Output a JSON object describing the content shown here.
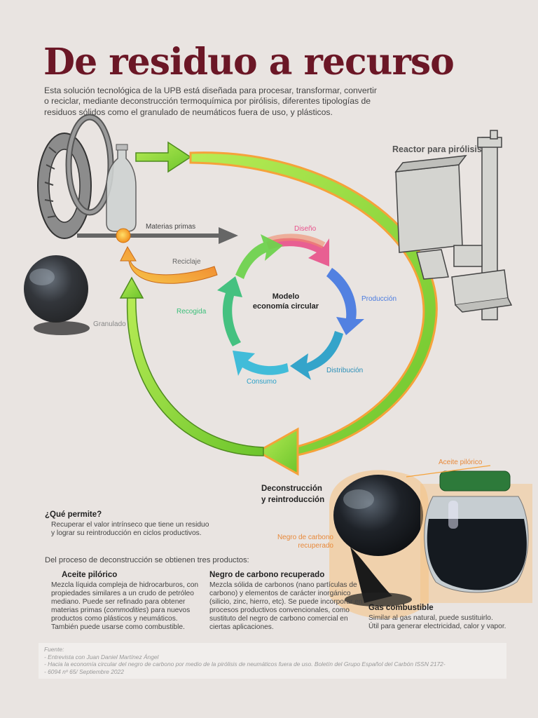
{
  "header": {
    "title": "De residuo a recurso",
    "intro": "Esta solución tecnológica de la UPB está diseñada para procesar, transformar, convertir o reciclar, mediante deconstrucción termoquímica por pirólisis, diferentes tipologías de residuos sólidos como el granulado de neumáticos fuera de uso, y plásticos."
  },
  "diagram": {
    "reactor_label": "Reactor para pirólisis",
    "raw_materials_label": "Materias primas",
    "recycling_label": "Reciclaje",
    "granulate_label": "Granulado",
    "center_label_line1": "Modelo",
    "center_label_line2": "economía circular",
    "stages": {
      "design": "Diseño",
      "production": "Producción",
      "distribution": "Distribución",
      "consumption": "Consumo",
      "collection": "Recogida"
    },
    "deconstruction_line1": "Deconstrucción",
    "deconstruction_line2": "y reintroducción",
    "pyrolytic_oil_label": "Aceite pilórico",
    "carbon_black_label_line1": "Negro de carbono",
    "carbon_black_label_line2": "recuperado",
    "colors": {
      "title": "#6b1726",
      "loop_green": "#8fd43a",
      "highlight_orange": "#f5a23a",
      "design": "#e8508a",
      "production": "#4a7be0",
      "distribution": "#2aa0c8",
      "collection": "#3cbf7a"
    }
  },
  "allows": {
    "heading": "¿Qué permite?",
    "line1": "Recuperar el valor intrínseco que tiene un residuo",
    "line2": "y lograr su reintroducción en ciclos productivos."
  },
  "products": {
    "intro": "Del proceso de deconstrucción se obtienen tres productos:",
    "oil": {
      "heading": "Aceite pilórico",
      "lines": [
        "Mezcla líquida compleja de hidrocarburos, con",
        "propiedades similares a un crudo de petróleo",
        "mediano. Puede ser refinado para obtener"
      ],
      "line4_a": "materias primas (",
      "line4_em": "commodities",
      "line4_b": ") para nuevos",
      "lines_end": [
        "productos como plásticos y neumáticos.",
        "También puede usarse como combustible."
      ]
    },
    "carbon": {
      "heading": "Negro de carbono recuperado",
      "lines": [
        "Mezcla sólida de carbonos (nano partículas de",
        "carbono) y elementos de carácter inorgánico",
        "(silicio, zinc, hierro, etc). Se puede incorporar en",
        "procesos productivos convencionales, como",
        "sustituto del negro de carbono comercial en",
        "ciertas aplicaciones."
      ]
    },
    "gas": {
      "heading": "Gas combustible",
      "lines": [
        "Similar al gas natural, puede sustituirlo.",
        "Útil para generar electricidad, calor y vapor."
      ]
    }
  },
  "source": {
    "lines": [
      "Fuente:",
      "- Entrevista con Juan Daniel Martínez Ángel",
      "- Hacia la economía circular del negro de carbono por medio de la pirólisis de neumáticos fuera de uso. Boletín del Grupo Español del Carbón ISSN 2172-",
      "- 6094 nº 65/ Septiembre 2022"
    ]
  }
}
